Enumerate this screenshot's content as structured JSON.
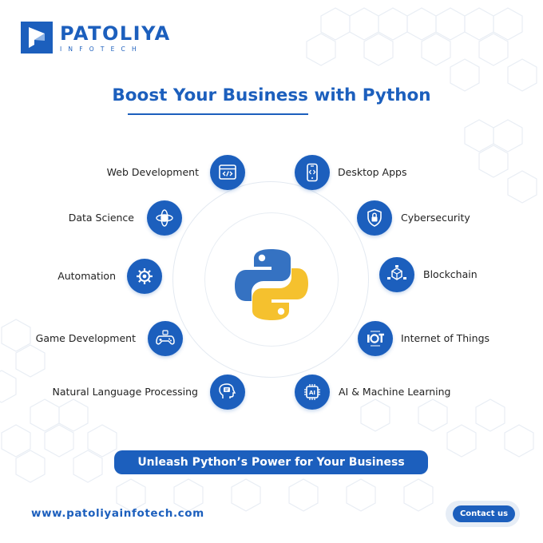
{
  "brand": {
    "name": "PATOLIYA",
    "tagline": "INFOTECH",
    "primary_color": "#1c5fbd"
  },
  "title": "Boost Your Business with Python",
  "center_icon": "python-logo",
  "services_left": [
    {
      "label": "Web Development",
      "icon": "web-code-icon"
    },
    {
      "label": "Data Science",
      "icon": "data-science-icon"
    },
    {
      "label": "Automation",
      "icon": "automation-gear-icon"
    },
    {
      "label": "Game Development",
      "icon": "gamepad-icon"
    },
    {
      "label": "Natural Language Processing",
      "icon": "nlp-head-icon"
    }
  ],
  "services_right": [
    {
      "label": "Desktop Apps",
      "icon": "desktop-app-icon"
    },
    {
      "label": "Cybersecurity",
      "icon": "shield-lock-icon"
    },
    {
      "label": "Blockchain",
      "icon": "blockchain-cube-icon"
    },
    {
      "label": "Internet of Things",
      "icon": "iot-icon"
    },
    {
      "label": "AI & Machine Learning",
      "icon": "ai-chip-icon"
    }
  ],
  "banner": "Unleash Python’s Power for Your Business",
  "website": "www.patoliyainfotech.com",
  "contact_button": "Contact us"
}
